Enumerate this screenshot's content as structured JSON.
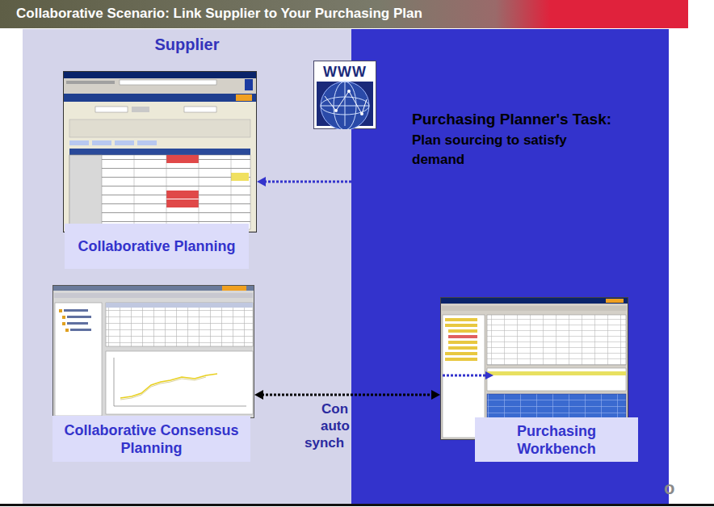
{
  "diagram": {
    "title": "Collaborative Scenario: Link Supplier to Your Purchasing Plan",
    "nodes": [
      {
        "text": [
          "Supplier"
        ]
      },
      {
        "text": [
          "Collaborative Planning"
        ],
        "in": 0
      },
      {
        "text": [
          "Collaborative Consensus Planning"
        ],
        "in": 0
      },
      {
        "text": [
          "Purchasing Planner's Task:",
          "Plan sourcing to satisfy demand"
        ]
      },
      {
        "text": [
          "Purchasing Workbench"
        ],
        "in": 3
      }
    ],
    "edges": [
      {
        "from": 3,
        "to": 1,
        "arrow": "to"
      },
      {
        "from": 2,
        "to": 4,
        "arrow": "both"
      }
    ],
    "labels": [
      "WWW",
      "Con",
      "auto",
      "synch",
      "o"
    ]
  }
}
